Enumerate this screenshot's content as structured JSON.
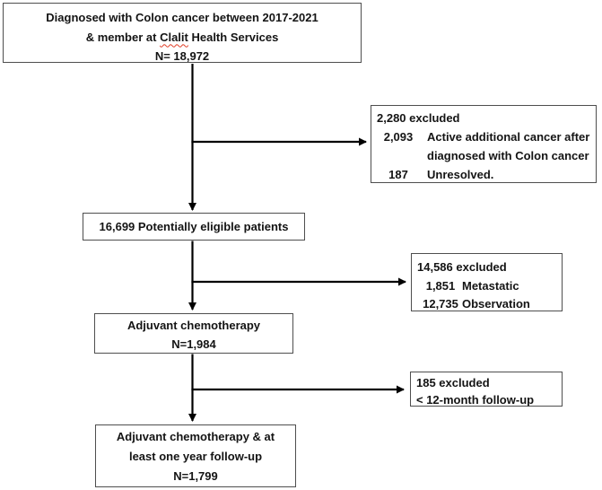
{
  "diagram": {
    "source": {
      "line1": "Diagnosed with Colon cancer between 2017-2021",
      "line2_prefix": "& member at ",
      "line2_misspelled_word": "Clalit",
      "line2_suffix": " Health Services",
      "line3": "N= 18,972"
    },
    "excluded1": {
      "header": "2,280 excluded",
      "rows": [
        {
          "n": "2,093",
          "reason_lines": [
            "Active additional cancer after",
            "diagnosed with Colon cancer"
          ]
        },
        {
          "n": "187",
          "reason_lines": [
            "Unresolved."
          ]
        }
      ]
    },
    "eligible": {
      "label": "16,699 Potentially eligible patients"
    },
    "excluded2": {
      "header": "14,586 excluded",
      "rows": [
        {
          "n": "1,851",
          "reason_lines": [
            "Metastatic"
          ]
        },
        {
          "n": "12,735",
          "reason_lines": [
            "Observation"
          ]
        }
      ]
    },
    "adjuvant": {
      "line1": "Adjuvant chemotherapy",
      "line2": "N=1,984"
    },
    "excluded3": {
      "header": "185 excluded",
      "line2": "< 12-month follow-up"
    },
    "followup": {
      "line1": "Adjuvant chemotherapy & at",
      "line2": "least one year follow-up",
      "line3": "N=1,799"
    }
  },
  "colors": {
    "box_border": "#4e4e4e",
    "arrow": "#000000",
    "text": "#141414",
    "spellcheck_underline": "#e03b24"
  }
}
